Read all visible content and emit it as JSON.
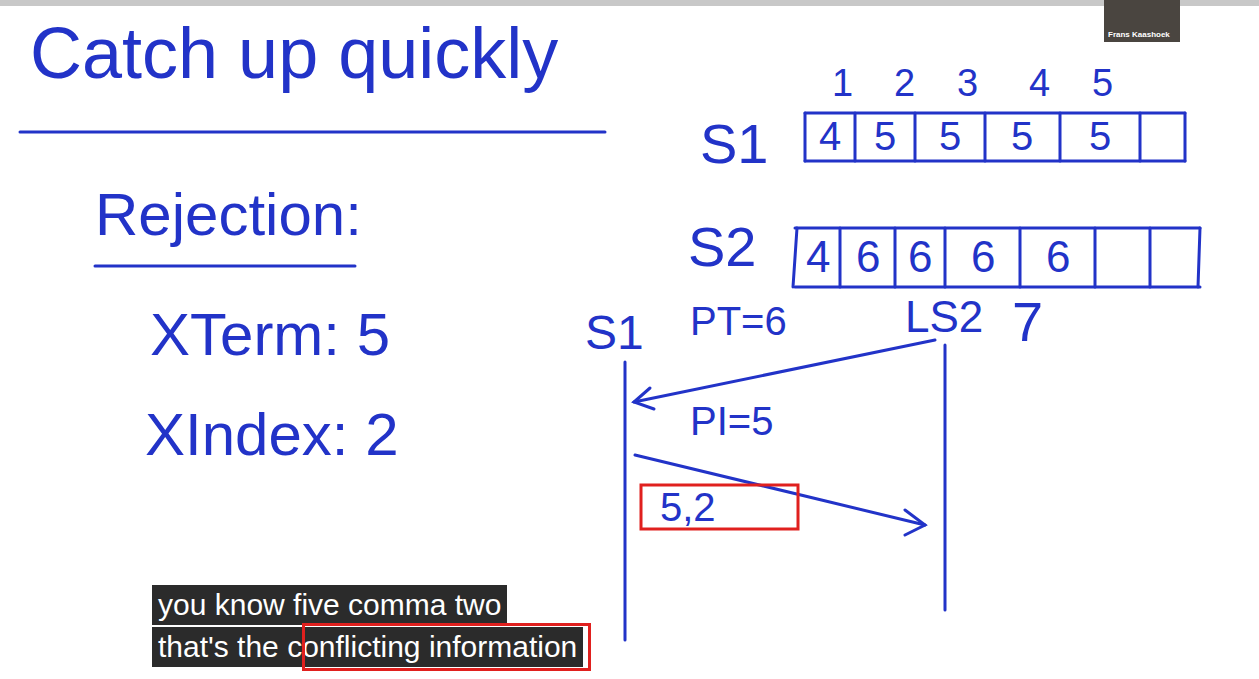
{
  "diagram": {
    "title": "Catch up quickly",
    "labels": [
      "Rejection:",
      "XTerm: 5",
      "XIndex: 2",
      "1",
      "2",
      "3",
      "4",
      "5",
      "S1",
      "4",
      "5",
      "5",
      "5",
      "5",
      "S2",
      "4",
      "6",
      "6",
      "6",
      "6",
      "LS2",
      "7",
      "S1",
      "PT=6",
      "PI=5",
      "5,2",
      "Frans Kaashoek",
      "you know five comma two",
      "that's the conflicting information"
    ]
  }
}
